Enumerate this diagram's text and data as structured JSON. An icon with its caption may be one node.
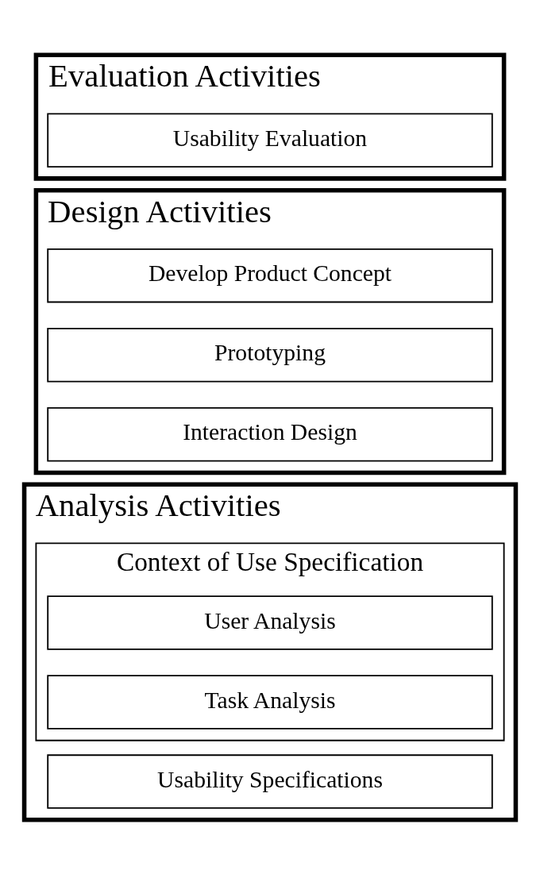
{
  "diagram": {
    "nodes": [
      {
        "text": [
          "Analysis Activities"
        ]
      },
      {
        "text": [
          "Context of Use Specification"
        ],
        "in": 0
      },
      {
        "text": [
          "User Analysis"
        ],
        "in": 1
      },
      {
        "text": [
          "Task Analysis"
        ],
        "in": 1
      },
      {
        "text": [
          "Usability Specifications"
        ],
        "in": 0
      },
      {
        "text": [
          "Design Activities"
        ]
      },
      {
        "text": [
          "Develop Product Concept"
        ],
        "in": 5
      },
      {
        "text": [
          "Prototyping"
        ],
        "in": 5
      },
      {
        "text": [
          "Interaction Design"
        ],
        "in": 5
      },
      {
        "text": [
          "Evaluation Activities"
        ]
      },
      {
        "text": [
          "Usability Evaluation"
        ],
        "in": 9
      }
    ],
    "edges": []
  }
}
